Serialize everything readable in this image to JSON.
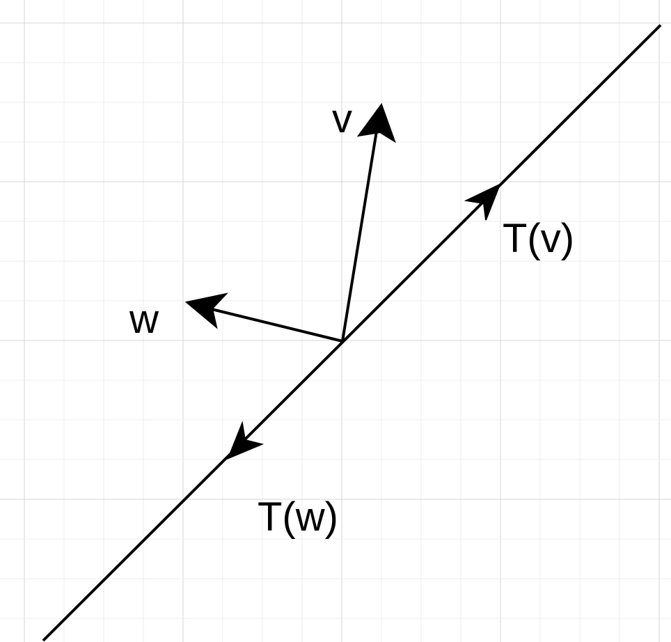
{
  "diagram": {
    "labels": {
      "v": "v",
      "w": "w",
      "tv": "T(v)",
      "tw": "T(w)"
    },
    "colors": {
      "background": "#ffffff",
      "grid_minor": "#ececec",
      "grid_major": "#d4d4d4",
      "ink": "#000000"
    }
  }
}
